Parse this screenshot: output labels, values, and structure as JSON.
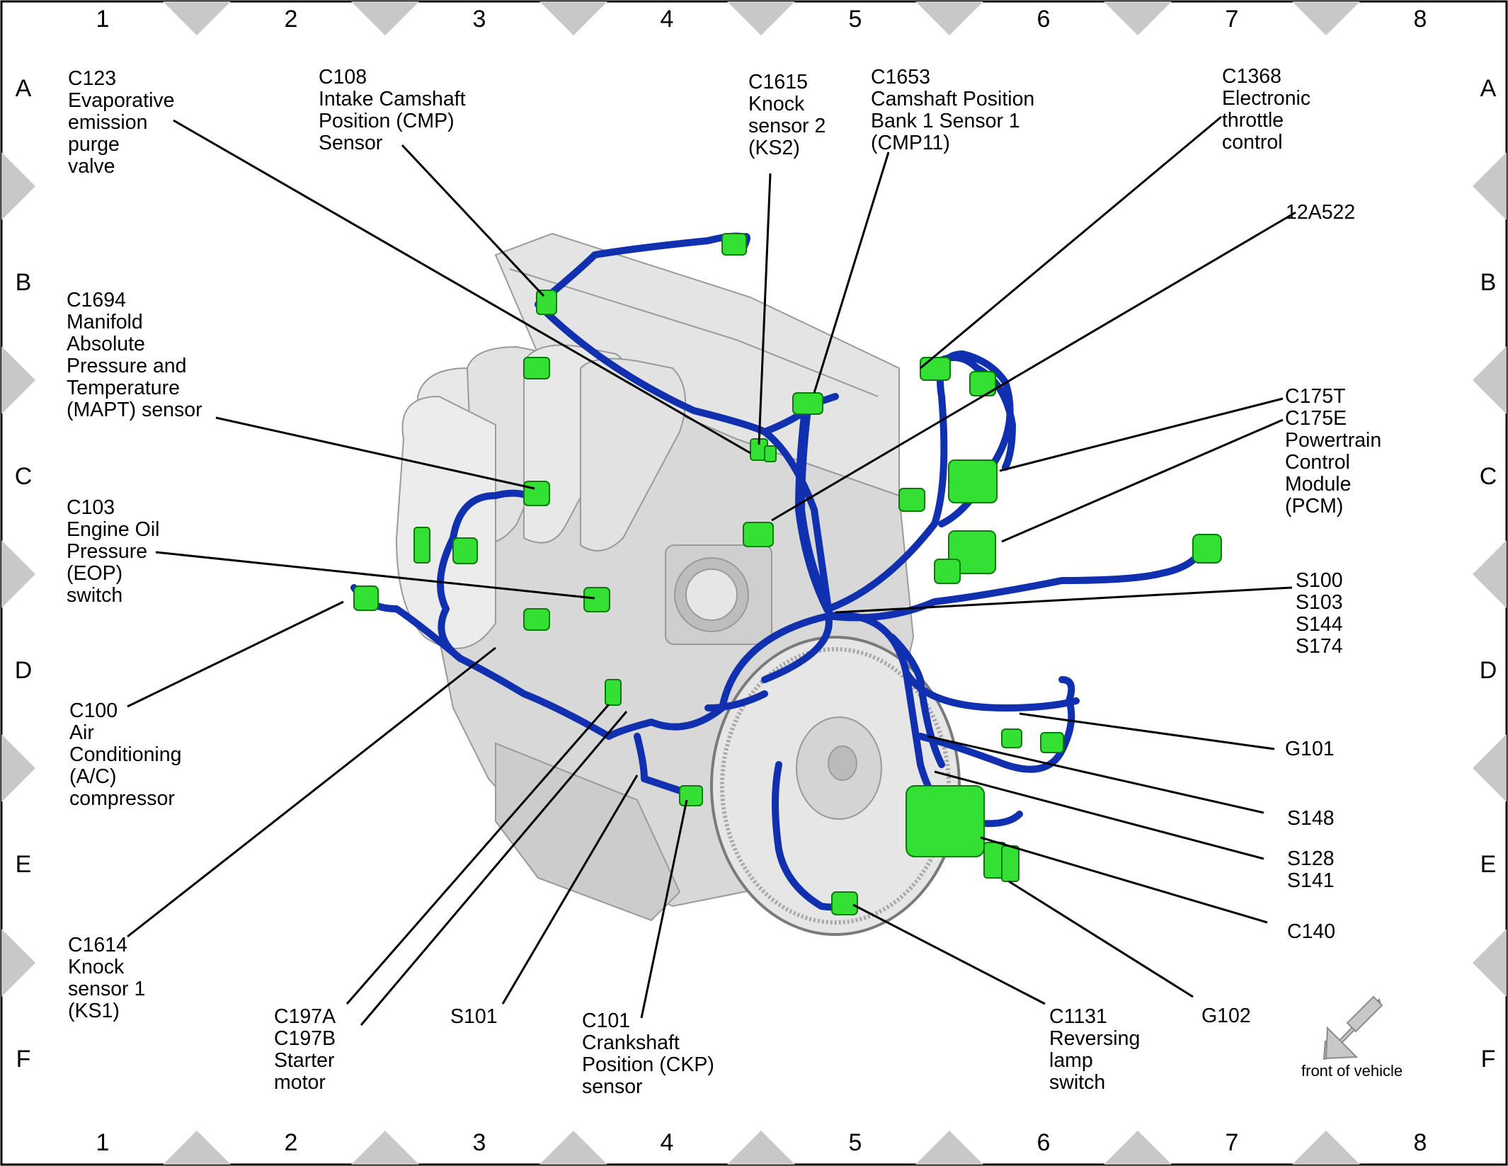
{
  "grid": {
    "columns": [
      "1",
      "2",
      "3",
      "4",
      "5",
      "6",
      "7",
      "8"
    ],
    "rows": [
      "A",
      "B",
      "C",
      "D",
      "E",
      "F"
    ]
  },
  "colors": {
    "harness": "#1030b0",
    "connector": "#33e033",
    "engine": "#dcdcdc",
    "frame_marker": "#c8c8c8"
  },
  "callouts": {
    "c123": "C123\nEvaporative\nemission\npurge\nvalve",
    "c108": "C108\nIntake Camshaft\nPosition (CMP)\nSensor",
    "c1615": "C1615\nKnock\nsensor 2\n(KS2)",
    "c1653": "C1653\nCamshaft Position\nBank 1 Sensor 1\n(CMP11)",
    "c1368": "C1368\nElectronic\nthrottle\ncontrol",
    "a12a522": "12A522",
    "c1694": "C1694\nManifold\nAbsolute\nPressure and\nTemperature\n(MAPT) sensor",
    "c175": "C175T\nC175E\nPowertrain\nControl\nModule\n(PCM)",
    "c103": "C103\nEngine Oil\nPressure\n(EOP)\nswitch",
    "s100": "S100\nS103\nS144\nS174",
    "c100": "C100\nAir\nConditioning\n(A/C)\ncompressor",
    "g101": "G101",
    "s148": "S148",
    "s128": "S128\nS141",
    "c140": "C140",
    "c1614": "C1614\nKnock\nsensor 1\n(KS1)",
    "c197": "C197A\nC197B\nStarter\nmotor",
    "s101": "S101",
    "c101": "C101\nCrankshaft\nPosition (CKP)\nsensor",
    "c1131": "C1131\nReversing\nlamp\nswitch",
    "g102": "G102"
  },
  "front_of_vehicle": "front of vehicle"
}
